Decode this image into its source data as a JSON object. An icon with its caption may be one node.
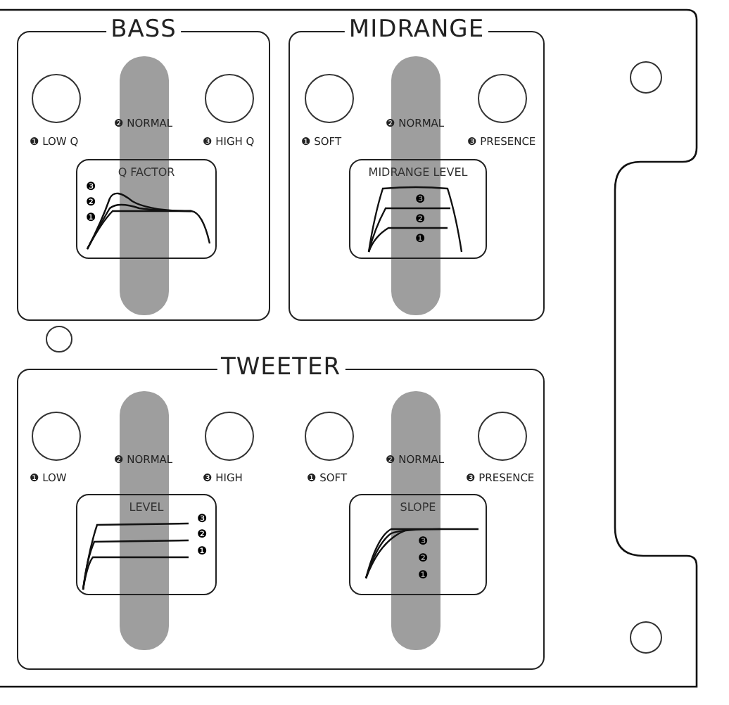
{
  "diagram": {
    "nodes": [
      {
        "text": [
          "BASS",
          "❷ NORMAL",
          "❶ LOW Q",
          "❸ HIGH Q"
        ]
      },
      {
        "text": [
          "Q FACTOR",
          "❸",
          "❷",
          "❶"
        ],
        "in": 0
      },
      {
        "text": [
          "MIDRANGE",
          "❷ NORMAL",
          "❶ SOFT",
          "❸ PRESENCE"
        ]
      },
      {
        "text": [
          "MIDRANGE LEVEL",
          "❸",
          "❷",
          "❶"
        ],
        "in": 2
      },
      {
        "text": [
          "TWEETER",
          "❷ NORMAL",
          "❶ LOW",
          "❸ HIGH",
          "❷ NORMAL",
          "❶ SOFT",
          "❸ PRESENCE"
        ]
      },
      {
        "text": [
          "LEVEL",
          "❸",
          "❷",
          "❶"
        ],
        "in": 4
      },
      {
        "text": [
          "SLOPE",
          "❸",
          "❷",
          "❶"
        ],
        "in": 4
      }
    ]
  }
}
